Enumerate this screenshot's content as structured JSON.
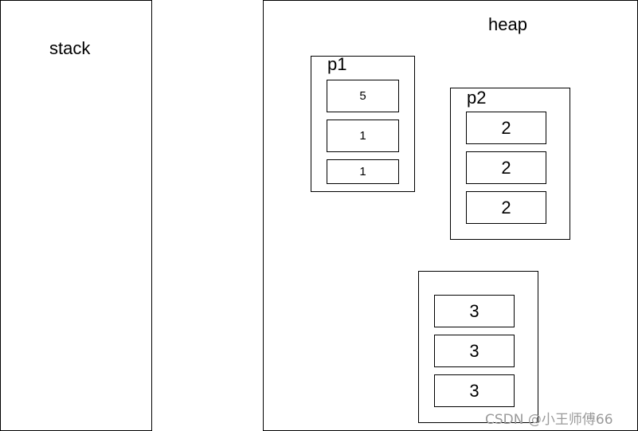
{
  "stack": {
    "label": "stack"
  },
  "heap": {
    "label": "heap",
    "objects": [
      {
        "name": "p1",
        "fields": [
          "5",
          "1",
          "1"
        ]
      },
      {
        "name": "p2",
        "fields": [
          "2",
          "2",
          "2"
        ]
      },
      {
        "name": "",
        "fields": [
          "3",
          "3",
          "3"
        ]
      }
    ]
  },
  "watermark": "CSDN @小王师傅66"
}
